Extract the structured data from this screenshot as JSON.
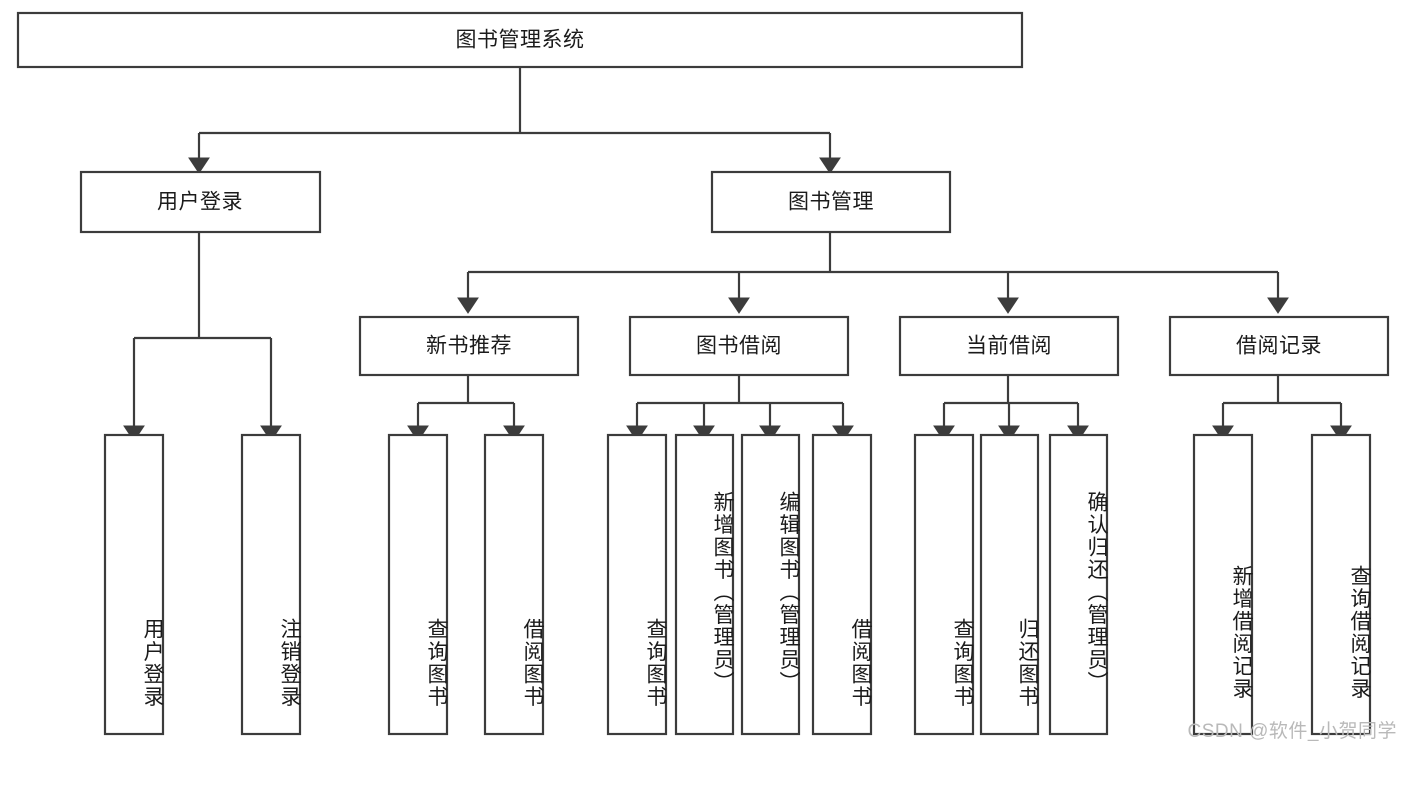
{
  "diagram": {
    "type": "hierarchy-tree",
    "title": "图书管理系统",
    "watermark": "CSDN @软件_小贺同学",
    "colors": {
      "box_stroke": "#3c3c3c",
      "box_fill": "#ffffff",
      "connector": "#3c3c3c",
      "text": "#1b1b1b",
      "watermark": "#b9b9b9"
    },
    "levels": {
      "root": {
        "label": "图书管理系统"
      },
      "level2": [
        {
          "label": "用户登录"
        },
        {
          "label": "图书管理"
        }
      ],
      "level3": [
        {
          "label": "新书推荐"
        },
        {
          "label": "图书借阅"
        },
        {
          "label": "当前借阅"
        },
        {
          "label": "借阅记录"
        }
      ],
      "leaves": {
        "user_login": [
          {
            "label": "用户登录"
          },
          {
            "label": "注销登录"
          }
        ],
        "new_book_recommend": [
          {
            "label": "查询图书"
          },
          {
            "label": "借阅图书"
          }
        ],
        "book_borrow": [
          {
            "label": "查询图书"
          },
          {
            "label": "新增图书（管理员）"
          },
          {
            "label": "编辑图书（管理员）"
          },
          {
            "label": "借阅图书"
          }
        ],
        "current_borrow": [
          {
            "label": "查询图书"
          },
          {
            "label": "归还图书"
          },
          {
            "label": "确认归还（管理员）"
          }
        ],
        "borrow_record": [
          {
            "label": "新增借阅记录"
          },
          {
            "label": "查询借阅记录"
          }
        ]
      }
    }
  }
}
